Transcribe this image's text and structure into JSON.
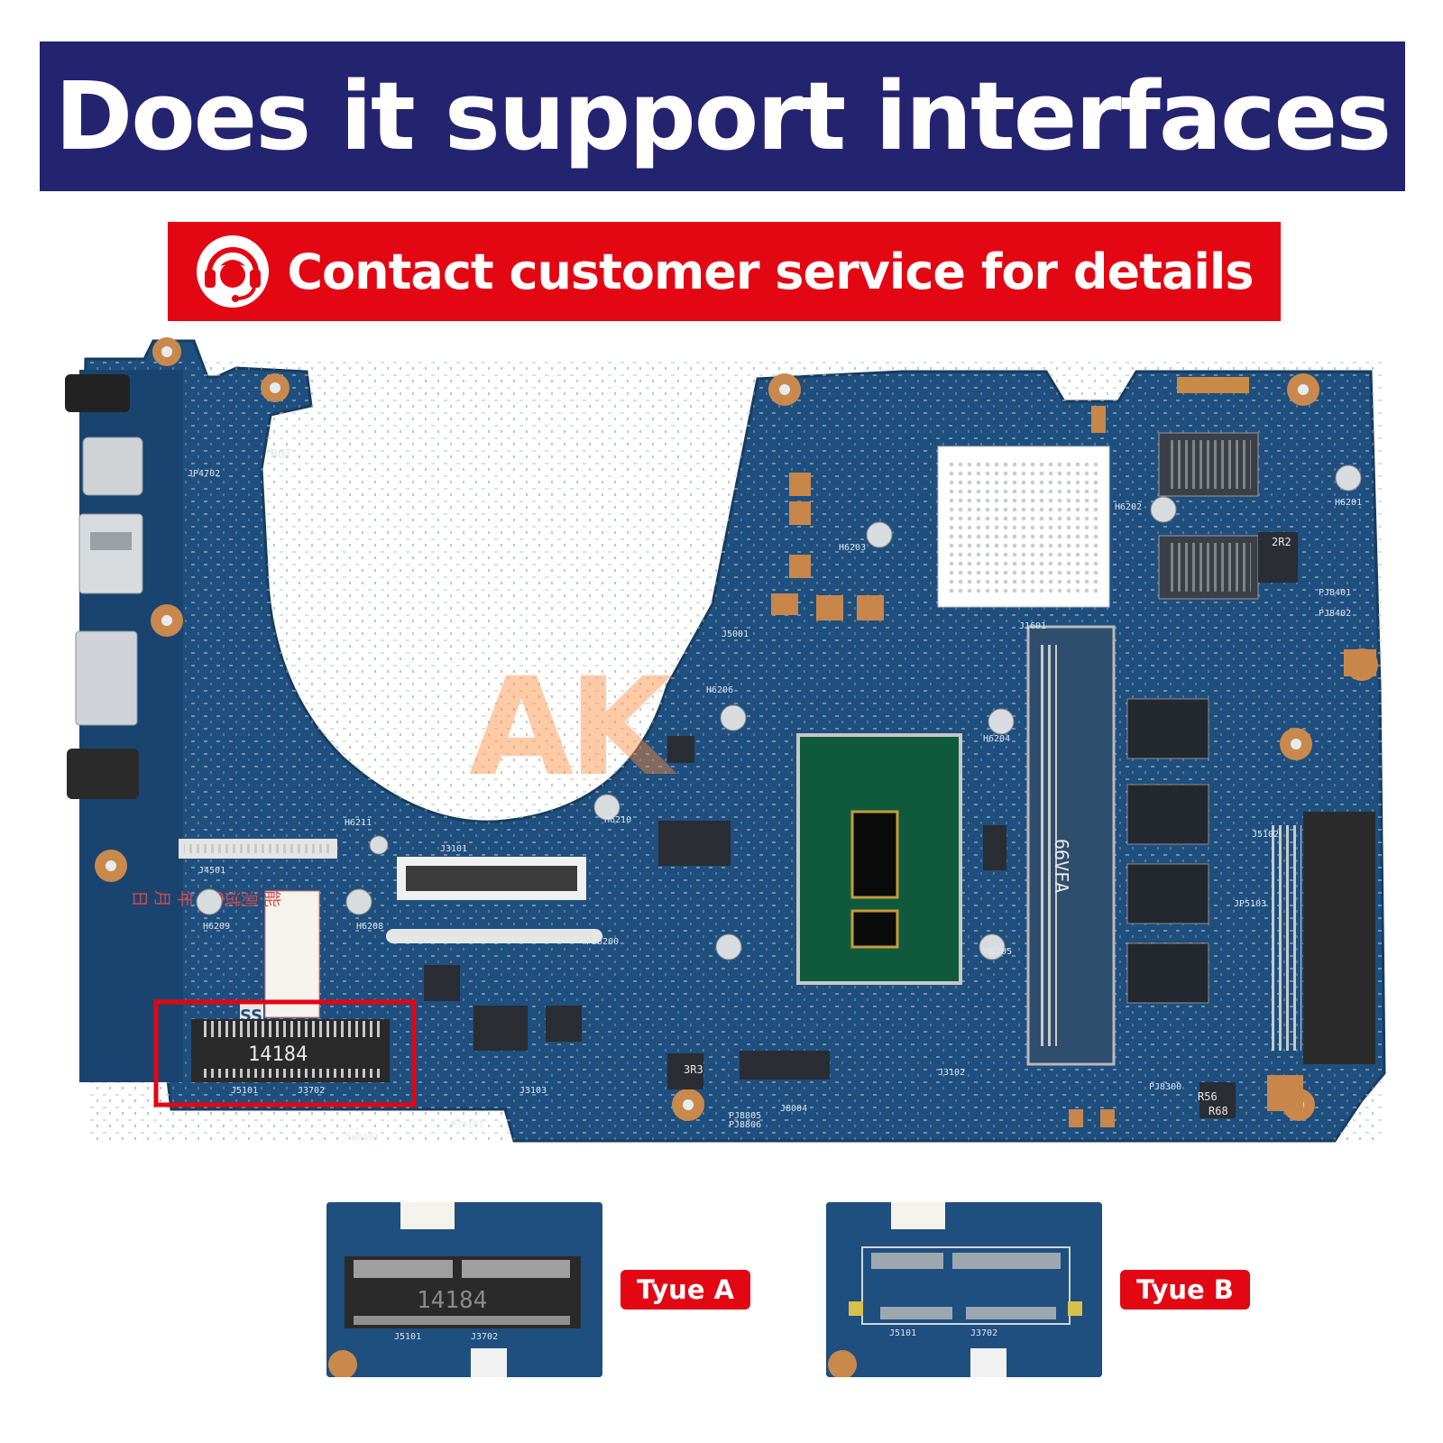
{
  "title": "Does it support interfaces",
  "contact_banner": {
    "label": "Contact customer service for details"
  },
  "watermark": "AK",
  "board": {
    "silkscreen": [
      "BOT",
      "JP4702",
      "J4501",
      "H6209",
      "H6208",
      "J3101",
      "J5001",
      "PJ8200",
      "J1601",
      "J5102",
      "JP5103",
      "H6201",
      "PJ8401",
      "PJ8402",
      "H6202",
      "H6203",
      "H6204",
      "H6205",
      "H6206",
      "H6210",
      "H6211",
      "J3103",
      "J3102",
      "J8004",
      "PJ8805",
      "PJ8806",
      "SW6401",
      "J5101",
      "J3702",
      "PJ8300",
      "PJ8101"
    ],
    "sticker_text": "SS",
    "sticker_cn": "能 测试OK 年 月 日",
    "ram_marking": "66VFA",
    "connector_marking": "14184",
    "component_marks": [
      "2R2",
      "3R3",
      "R56",
      "R68"
    ]
  },
  "options": [
    {
      "label": "Tyue A",
      "connector_marking": "14184",
      "ref1": "J5101",
      "ref2": "J3702"
    },
    {
      "label": "Tyue B",
      "ref1": "J5101",
      "ref2": "J3702"
    }
  ],
  "colors": {
    "title_bg": "#232370",
    "banner_red": "#e30613",
    "pcb_blue": "#1e4f7f",
    "highlight_red": "#e30613"
  },
  "icons": {
    "contact": "headset-icon"
  }
}
